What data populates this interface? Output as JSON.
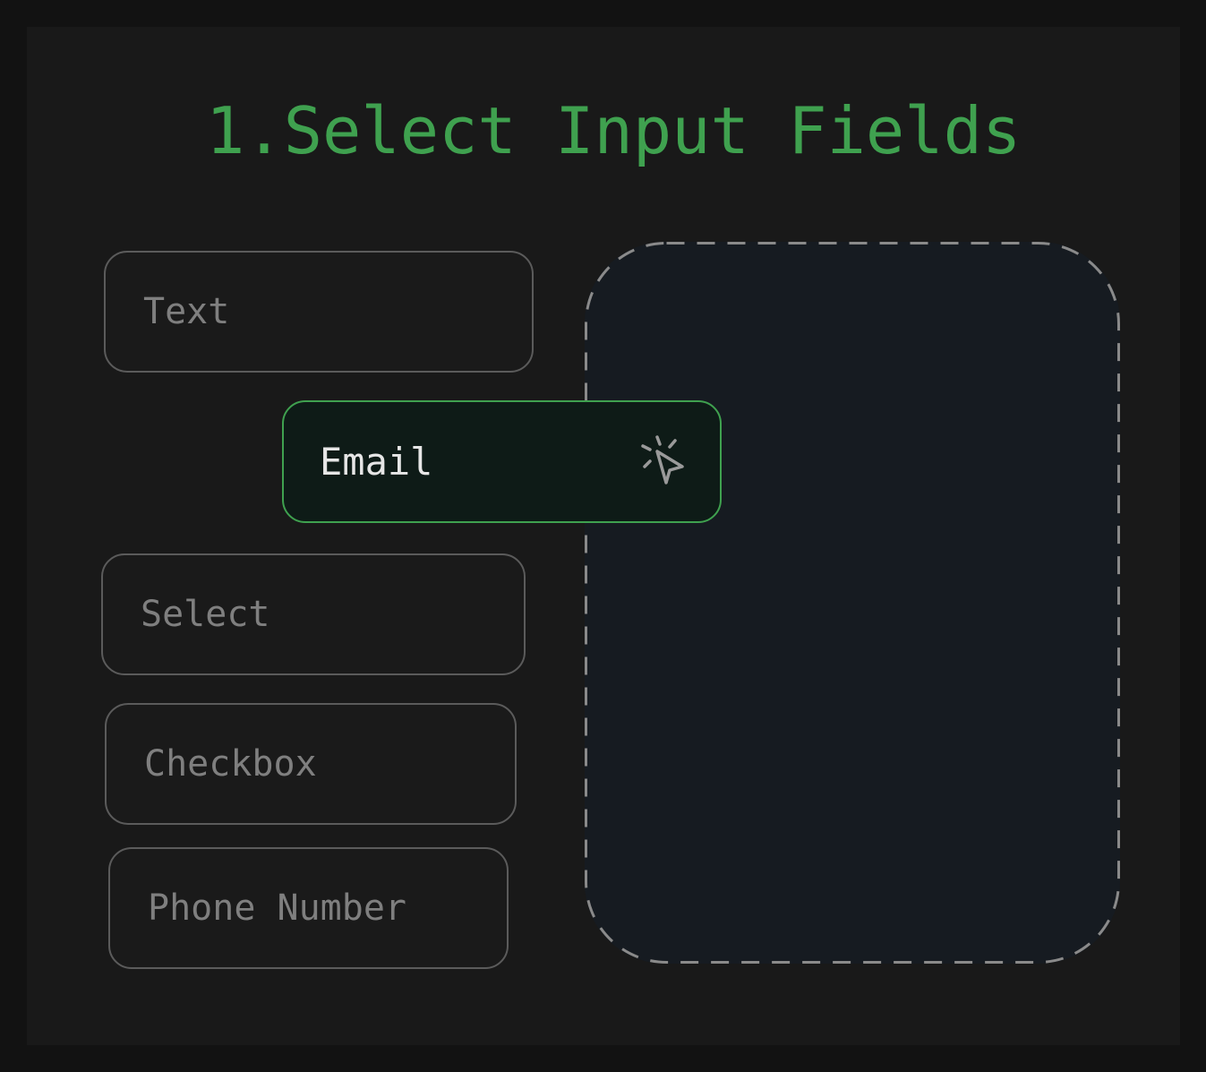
{
  "title": "1.Select Input Fields",
  "fields": {
    "text": "Text",
    "email": "Email",
    "select": "Select",
    "checkbox": "Checkbox",
    "phone": "Phone Number"
  },
  "icons": {
    "dragging_cursor": "cursor-click-icon"
  },
  "colors": {
    "accent": "#3fa14f",
    "background": "#191919",
    "dropzone": "#161b21",
    "field_border": "#5b5b5b"
  }
}
